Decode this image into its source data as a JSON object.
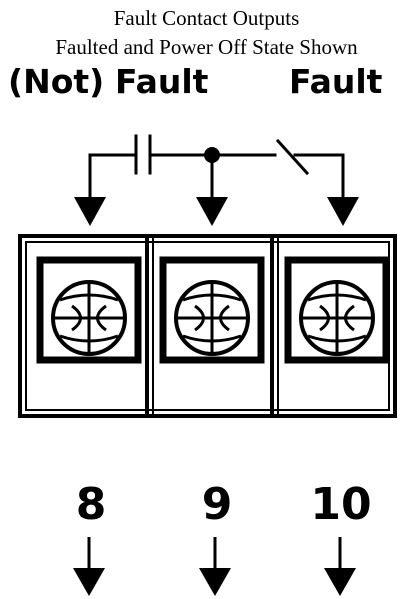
{
  "caption": {
    "line1": "Fault Contact Outputs",
    "line2": "Faulted and Power Off State Shown"
  },
  "contact_labels": {
    "left": "(Not)",
    "open_contact": "Fault",
    "closed_contact": "Fault"
  },
  "terminals": [
    {
      "number": "8"
    },
    {
      "number": "9"
    },
    {
      "number": "10"
    }
  ]
}
